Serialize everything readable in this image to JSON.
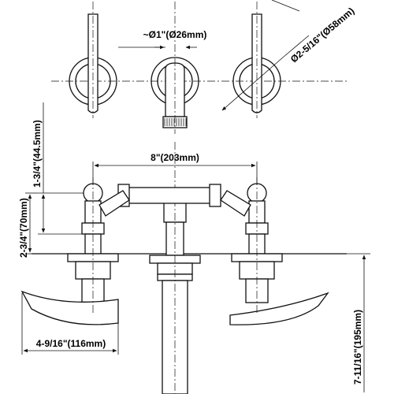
{
  "dimensions": {
    "spout_diameter": "~Ø1\"(Ø26mm)",
    "rosette_diameter": "Ø2-5/16\"(Ø58mm)",
    "handle_spread": "8\"(203mm)",
    "handle_height_above_base": "1-3/4\"(44.5mm)",
    "valve_height": "2-3/4\"(70mm)",
    "lever_length": "4-9/16\"(116mm)",
    "valve_body_length": "7-11/16\"(195mm)"
  }
}
